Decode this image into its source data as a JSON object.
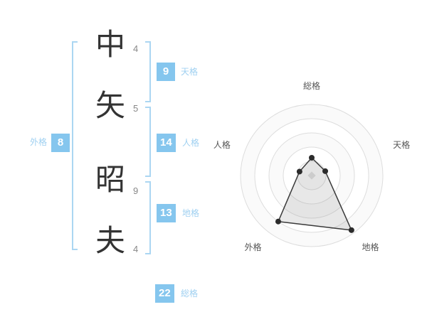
{
  "colors": {
    "accent": "#85C6EE",
    "bracket": "#ABD6F2",
    "kaku-label": "#9FD0F1",
    "char-text": "#333333",
    "stroke-num": "#888888",
    "ring": "#dddddd",
    "chart-line": "#3a3a3a"
  },
  "name_analysis": {
    "characters": [
      {
        "char": "中",
        "strokes": "4"
      },
      {
        "char": "矢",
        "strokes": "5"
      },
      {
        "char": "昭",
        "strokes": "9"
      },
      {
        "char": "夫",
        "strokes": "4"
      }
    ],
    "kaku": {
      "tenkaku": {
        "label": "天格",
        "value": "9"
      },
      "jinkaku": {
        "label": "人格",
        "value": "14"
      },
      "chikaku": {
        "label": "地格",
        "value": "13"
      },
      "gaikaku": {
        "label": "外格",
        "value": "8"
      },
      "soukaku": {
        "label": "総格",
        "value": "22"
      }
    }
  },
  "chart_data": {
    "type": "radar",
    "categories": [
      "総格",
      "天格",
      "地格",
      "外格",
      "人格"
    ],
    "values": [
      25,
      20,
      95,
      80,
      18
    ],
    "max": 100,
    "rings": 5,
    "legend": "off",
    "grid": "circular"
  }
}
